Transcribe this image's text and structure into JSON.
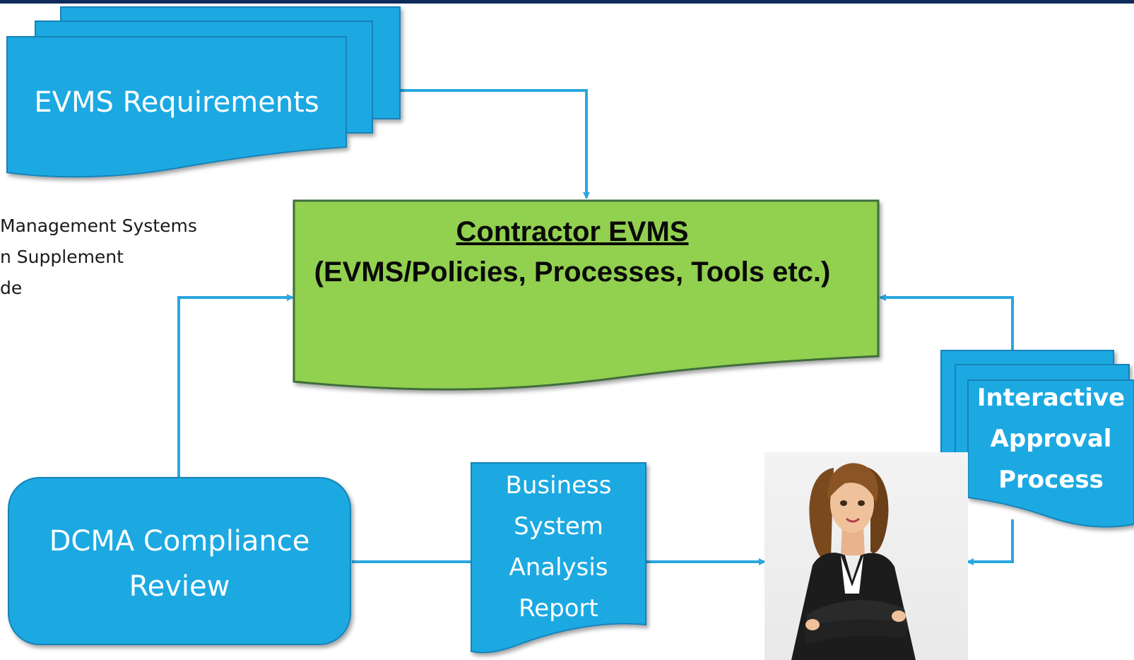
{
  "requirements": {
    "label": "EVMS Requirements"
  },
  "side_list": [
    "Management Systems",
    "n Supplement",
    "de"
  ],
  "contractor": {
    "title": "Contractor EVMS",
    "subtitle": "(EVMS/Policies, Processes, Tools etc.)"
  },
  "review": {
    "line1": "DCMA Compliance",
    "line2": "Review"
  },
  "report": {
    "lines": [
      "Business",
      "System",
      "Analysis",
      "Report"
    ]
  },
  "approval": {
    "lines": [
      "Interactive",
      "Approval",
      "Process"
    ]
  },
  "person": {
    "icon": "businesswoman-icon"
  },
  "colors": {
    "blue": "#1fa9e2",
    "blue_stroke": "#1883b8",
    "green": "#92d050",
    "green_stroke": "#3f6d3a",
    "connector": "#29a7df",
    "header_bar": "#0f2b5b"
  }
}
